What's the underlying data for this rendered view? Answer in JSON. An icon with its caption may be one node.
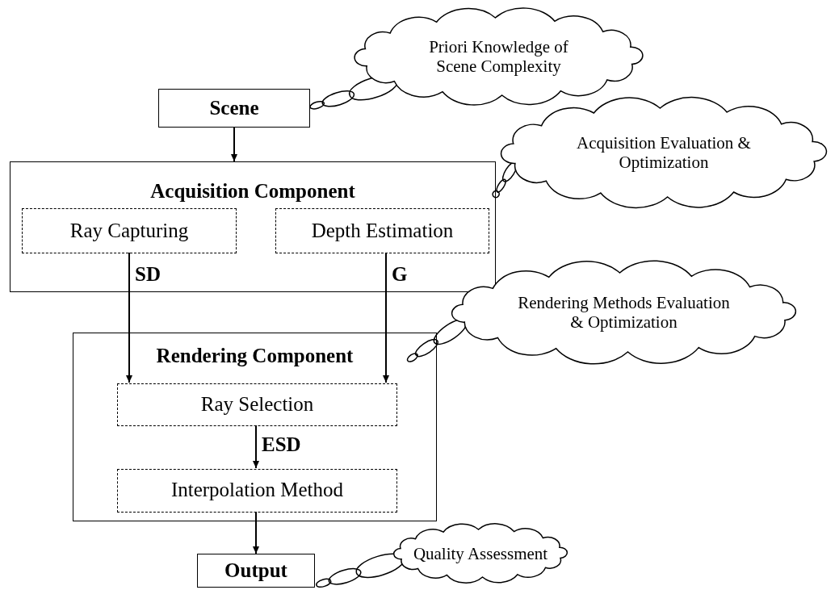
{
  "diagram": {
    "nodes": [
      {
        "text": [
          "Scene"
        ]
      },
      {
        "text": [
          "Acquisition Component"
        ]
      },
      {
        "text": [
          "Ray Capturing"
        ],
        "in": 1
      },
      {
        "text": [
          "Depth Estimation"
        ],
        "in": 1
      },
      {
        "text": [
          "Rendering Component"
        ]
      },
      {
        "text": [
          "Ray Selection"
        ],
        "in": 4
      },
      {
        "text": [
          "Interpolation Method"
        ],
        "in": 4
      },
      {
        "text": [
          "Output"
        ]
      },
      {
        "text": [
          "Priori Knowledge of Scene Complexity"
        ]
      },
      {
        "text": [
          "Acquisition Evaluation & Optimization"
        ]
      },
      {
        "text": [
          "Rendering Methods Evaluation & Optimization"
        ]
      },
      {
        "text": [
          "Quality Assessment"
        ]
      }
    ],
    "edges": [
      {
        "from": 0,
        "to": 1,
        "arrow": "to"
      },
      {
        "from": 2,
        "to": 5,
        "arrow": "to",
        "label": "SD"
      },
      {
        "from": 3,
        "to": 5,
        "arrow": "to",
        "label": "G"
      },
      {
        "from": 5,
        "to": 6,
        "arrow": "to",
        "label": "ESD"
      },
      {
        "from": 6,
        "to": 7,
        "arrow": "to"
      },
      {
        "from": 8,
        "to": 0,
        "arrow": "none"
      },
      {
        "from": 9,
        "to": 1,
        "arrow": "none"
      },
      {
        "from": 10,
        "to": 4,
        "arrow": "none"
      },
      {
        "from": 11,
        "to": 7,
        "arrow": "none"
      }
    ]
  }
}
